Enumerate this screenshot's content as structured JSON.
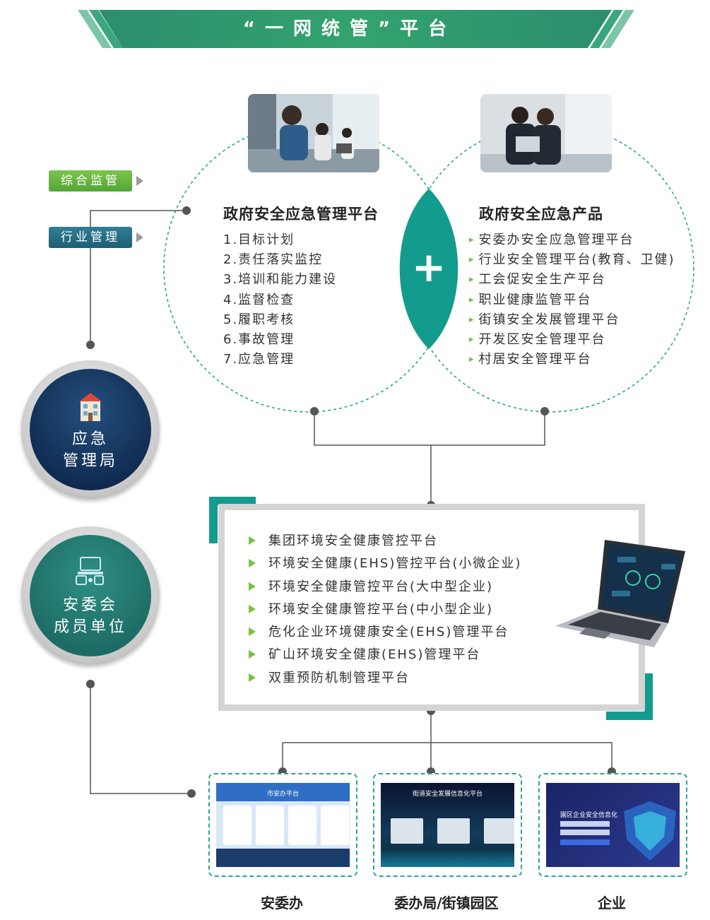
{
  "title": "“一网统管”平台",
  "tags": [
    "综合监管",
    "行业管理"
  ],
  "left_section": {
    "heading": "政府安全应急管理平台",
    "items": [
      "1.目标计划",
      "2.责任落实监控",
      "3.培训和能力建设",
      "4.监督检查",
      "5.履职考核",
      "6.事故管理",
      "7.应急管理"
    ]
  },
  "right_section": {
    "heading": "政府安全应急产品",
    "items": [
      "安委办安全应急管理平台",
      "行业安全管理平台(教育、卫健)",
      "工会促安全生产平台",
      "职业健康监管平台",
      "街镇安全发展管理平台",
      "开发区安全管理平台",
      "村居安全管理平台"
    ]
  },
  "plus_symbol": "+",
  "side_units": [
    {
      "line1": "应急",
      "line2": "管理局",
      "icon": "building-icon"
    },
    {
      "line1": "安委会",
      "line2": "成员单位",
      "icon": "devices-icon"
    }
  ],
  "platform_list": [
    "集团环境安全健康管控平台",
    "环境安全健康(EHS)管控平台(小微企业)",
    "环境安全健康管控平台(大中型企业)",
    "环境安全健康管控平台(中小型企业)",
    "危化企业环境健康安全(EHS)管理平台",
    "矿山环境安全健康(EHS)管理平台",
    "双重预防机制管理平台"
  ],
  "bottom_cards": [
    {
      "label": "安委办",
      "screen_title": "市安办平台"
    },
    {
      "label": "委办局/街镇园区",
      "screen_title": "街道安全发展信息化平台"
    },
    {
      "label": "企业",
      "screen_title": "園区企业安全信息化"
    }
  ],
  "colors": {
    "accent_teal": "#1fa595",
    "accent_green": "#7ac143",
    "navy": "#17355f"
  }
}
